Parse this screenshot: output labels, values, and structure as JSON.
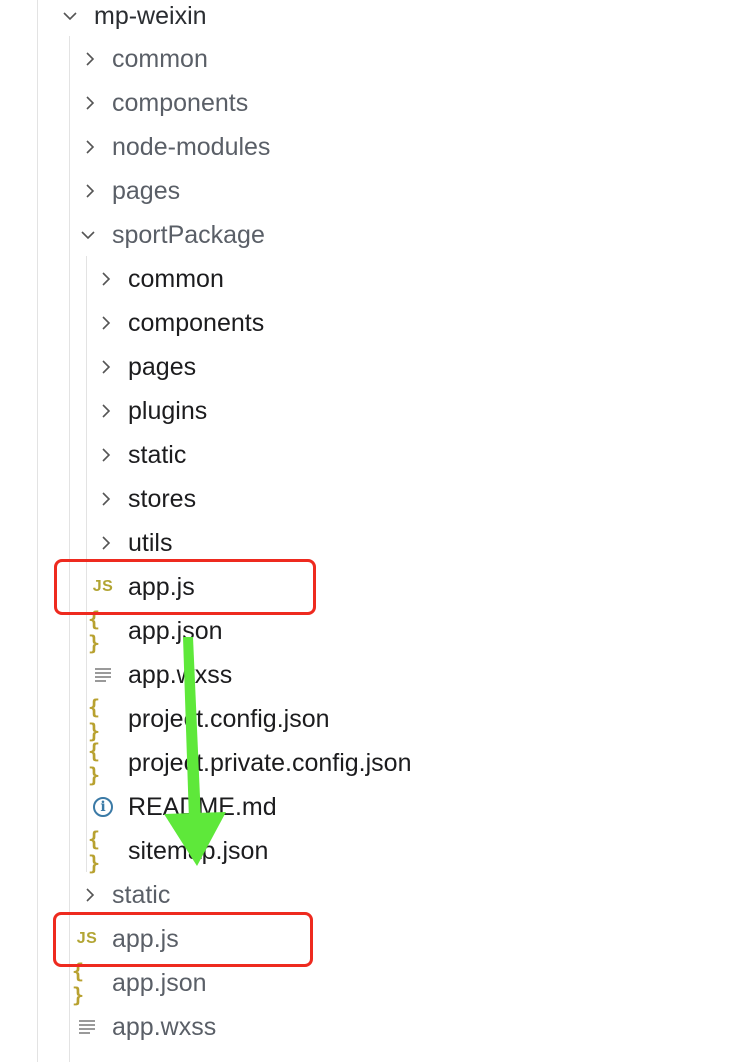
{
  "explorer": {
    "root": {
      "label": "mp-weixin",
      "icon": "chevron-down-icon"
    },
    "level1_folders": [
      {
        "label": "common",
        "icon": "chevron-right-icon"
      },
      {
        "label": "components",
        "icon": "chevron-right-icon"
      },
      {
        "label": "node-modules",
        "icon": "chevron-right-icon"
      },
      {
        "label": "pages",
        "icon": "chevron-right-icon"
      }
    ],
    "expanded_folder": {
      "label": "sportPackage",
      "icon": "chevron-down-icon"
    },
    "sub_folders": [
      {
        "label": "common",
        "icon": "chevron-right-icon"
      },
      {
        "label": "components",
        "icon": "chevron-right-icon"
      },
      {
        "label": "pages",
        "icon": "chevron-right-icon"
      },
      {
        "label": "plugins",
        "icon": "chevron-right-icon"
      },
      {
        "label": "static",
        "icon": "chevron-right-icon"
      },
      {
        "label": "stores",
        "icon": "chevron-right-icon"
      },
      {
        "label": "utils",
        "icon": "chevron-right-icon"
      }
    ],
    "sub_files": [
      {
        "label": "app.js",
        "icon": "js-file-icon",
        "icon_text": "JS"
      },
      {
        "label": "app.json",
        "icon": "json-file-icon",
        "icon_text": "{ }"
      },
      {
        "label": "app.wxss",
        "icon": "text-file-icon"
      },
      {
        "label": "project.config.json",
        "icon": "json-file-icon",
        "icon_text": "{ }"
      },
      {
        "label": "project.private.config.json",
        "icon": "json-file-icon",
        "icon_text": "{ }"
      },
      {
        "label": "README.md",
        "icon": "info-file-icon",
        "icon_text": "i"
      },
      {
        "label": "sitemap.json",
        "icon": "json-file-icon",
        "icon_text": "{ }"
      }
    ],
    "static_folder": {
      "label": "static",
      "icon": "chevron-right-icon"
    },
    "root_files": [
      {
        "label": "app.js",
        "icon": "js-file-icon",
        "icon_text": "JS"
      },
      {
        "label": "app.json",
        "icon": "json-file-icon",
        "icon_text": "{ }"
      },
      {
        "label": "app.wxss",
        "icon": "text-file-icon"
      }
    ]
  },
  "annotations": {
    "highlight_color": "#ee2a1f",
    "arrow_color": "#5ee83a"
  }
}
